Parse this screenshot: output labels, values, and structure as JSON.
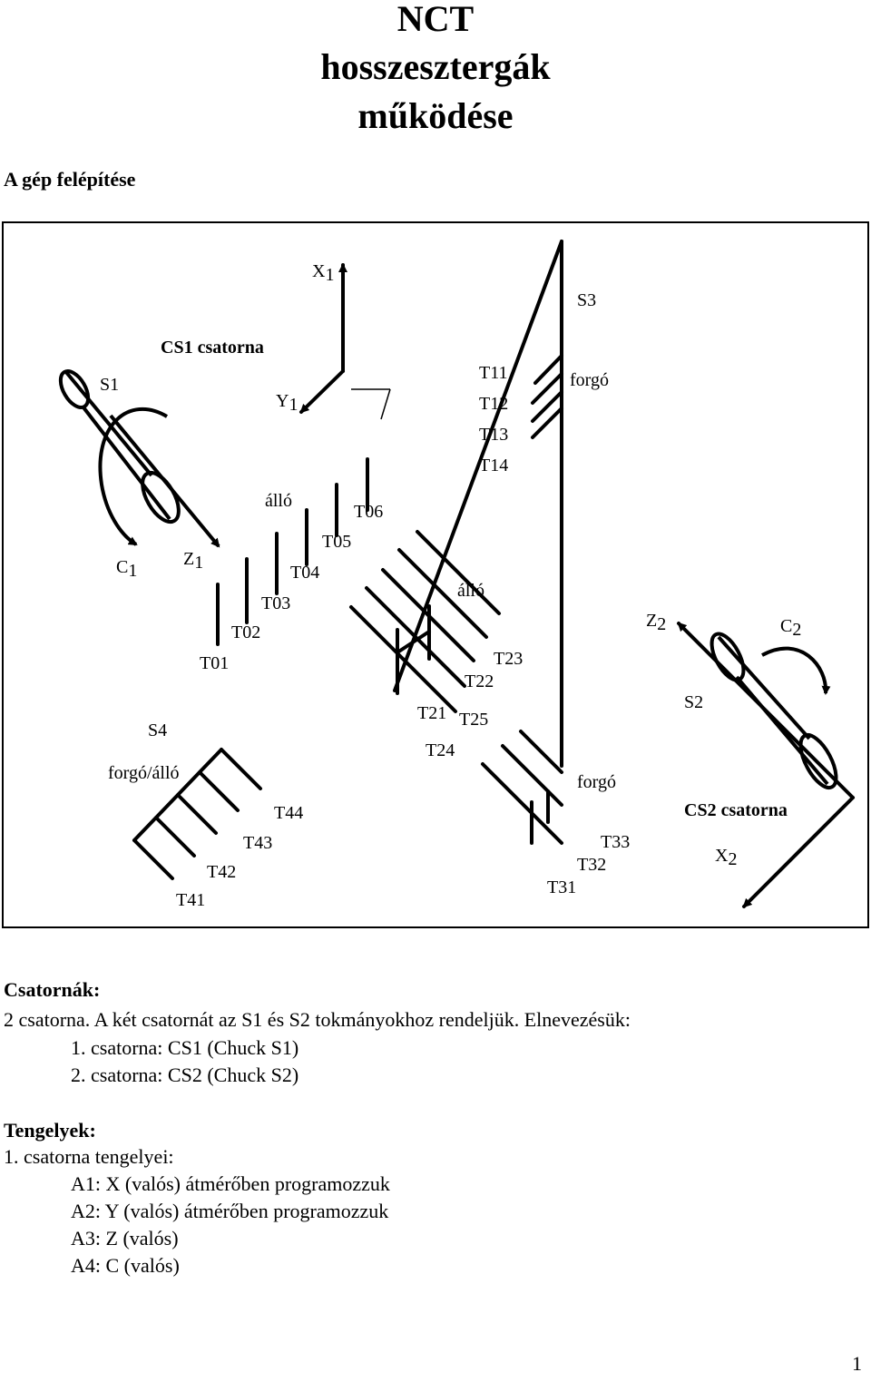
{
  "title": {
    "line1": "NCT",
    "line2": "hosszesztergák",
    "line3": "működése"
  },
  "subtitle": "A gép felépítése",
  "figure": {
    "labels": {
      "x1": "X",
      "x1_sub": "1",
      "y1": "Y",
      "y1_sub": "1",
      "z1": "Z",
      "z1_sub": "1",
      "c1": "C",
      "c1_sub": "1",
      "z2": "Z",
      "z2_sub": "2",
      "c2": "C",
      "c2_sub": "2",
      "x2": "X",
      "x2_sub": "2",
      "s1": "S1",
      "s2": "S2",
      "s3": "S3",
      "s4": "S4",
      "cs1": "CS1 csatorna",
      "cs2": "CS2 csatorna",
      "forgo_top": "forgó",
      "forgo_bottom": "forgó",
      "forgo_allo": "forgó/álló",
      "allo_left": "álló",
      "allo_mid": "álló",
      "t11": "T11",
      "t12": "T12",
      "t13": "T13",
      "t14": "T14",
      "t01": "T01",
      "t02": "T02",
      "t03": "T03",
      "t04": "T04",
      "t05": "T05",
      "t06": "T06",
      "t21": "T21",
      "t22": "T22",
      "t23": "T23",
      "t24": "T24",
      "t25": "T25",
      "t31": "T31",
      "t32": "T32",
      "t33": "T33",
      "t41": "T41",
      "t42": "T42",
      "t43": "T43",
      "t44": "T44"
    }
  },
  "section1": {
    "heading": "Csatornák:",
    "intro": "2 csatorna. A két csatornát az S1 és S2 tokmányokhoz rendeljük. Elnevezésük:",
    "items": [
      "1. csatorna: CS1 (Chuck S1)",
      "2. csatorna: CS2 (Chuck S2)"
    ]
  },
  "section2": {
    "heading": "Tengelyek:",
    "intro": "1. csatorna tengelyei:",
    "items": [
      "A1: X (valós) átmérőben programozzuk",
      "A2: Y (valós) átmérőben programozzuk",
      "A3: Z (valós)",
      "A4: C (valós)"
    ]
  },
  "page_number": "1"
}
